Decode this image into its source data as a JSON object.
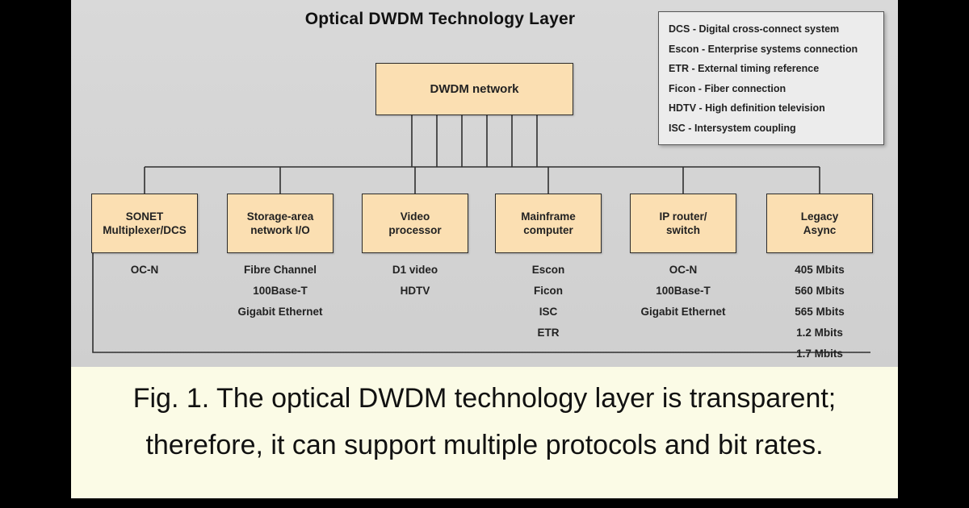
{
  "title": "Optical DWDM Technology Layer",
  "root_node": {
    "label": "DWDM network"
  },
  "legend": {
    "items": [
      "DCS - Digital cross-connect system",
      "Escon - Enterprise systems connection",
      "ETR - External timing reference",
      "Ficon - Fiber connection",
      "HDTV - High definition television",
      "ISC - Intersystem coupling"
    ]
  },
  "nodes": [
    {
      "label": "SONET\nMultiplexer/DCS",
      "protocols": [
        "OC-N"
      ]
    },
    {
      "label": "Storage-area\nnetwork I/O",
      "protocols": [
        "Fibre Channel",
        "100Base-T",
        "Gigabit Ethernet"
      ]
    },
    {
      "label": "Video\nprocessor",
      "protocols": [
        "D1 video",
        "HDTV"
      ]
    },
    {
      "label": "Mainframe\ncomputer",
      "protocols": [
        "Escon",
        "Ficon",
        "ISC",
        "ETR"
      ]
    },
    {
      "label": "IP router/\nswitch",
      "protocols": [
        "OC-N",
        "100Base-T",
        "Gigabit Ethernet"
      ]
    },
    {
      "label": "Legacy\nAsync",
      "protocols": [
        "405 Mbits",
        "560 Mbits",
        "565 Mbits",
        "1.2 Mbits",
        "1.7 Mbits"
      ]
    }
  ],
  "caption": "Fig. 1. The optical DWDM technology layer is transparent; therefore, it can support multiple protocols and bit rates.",
  "colors": {
    "diagram_bg": "#d9d9d9",
    "node_fill": "#fbdfb2",
    "node_border": "#2b2b2b",
    "caption_bg": "#fbfbe6",
    "frame": "#000000"
  }
}
